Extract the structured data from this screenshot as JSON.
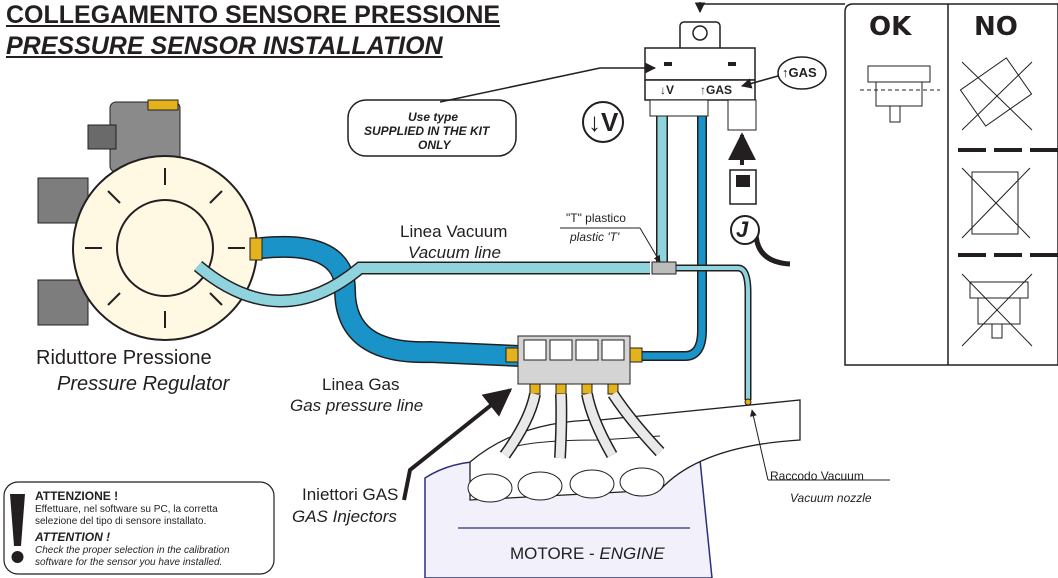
{
  "title": {
    "line1": "COLLEGAMENTO SENSORE PRESSIONE",
    "line2": "PRESSURE SENSOR INSTALLATION"
  },
  "sensor": {
    "port_v": "V",
    "port_gas": "GAS",
    "callout_v": "V",
    "callout_gas": "GAS",
    "connector": "J"
  },
  "note_box": {
    "line1": "Use type",
    "line2": "SUPPLIED IN THE KIT",
    "line3": "ONLY"
  },
  "tee": {
    "it": "\"T\" plastico",
    "en": "plastic 'T'"
  },
  "vacuum_line": {
    "it": "Linea Vacuum",
    "en": "Vacuum line"
  },
  "gas_line": {
    "it": "Linea Gas",
    "en": "Gas pressure line"
  },
  "regulator": {
    "it": "Riduttore Pressione",
    "en": "Pressure Regulator"
  },
  "injectors": {
    "it": "Iniettori GAS",
    "en": "GAS Injectors"
  },
  "nozzle": {
    "it": "Raccodo Vacuum",
    "en": "Vacuum nozzle"
  },
  "engine": {
    "it": "MOTORE - ",
    "en": "ENGINE"
  },
  "mounting": {
    "ok": "OK",
    "no": "NO"
  },
  "warning": {
    "it_title": "ATTENZIONE !",
    "it_line1": "Effettuare, nel software su PC, la corretta",
    "it_line2": "selezione del tipo di sensore installato.",
    "en_title": "ATTENTION !",
    "en_line1": "Check the proper selection in the calibration",
    "en_line2": "software for the sensor you have installed."
  },
  "colors": {
    "vacuum_hose": "#8fd3dc",
    "gas_hose": "#1a93c9",
    "regulator_body": "#fff9e4",
    "engine_fill": "#f1f0fb",
    "brass": "#e3b21c",
    "outline": "#231f20"
  }
}
